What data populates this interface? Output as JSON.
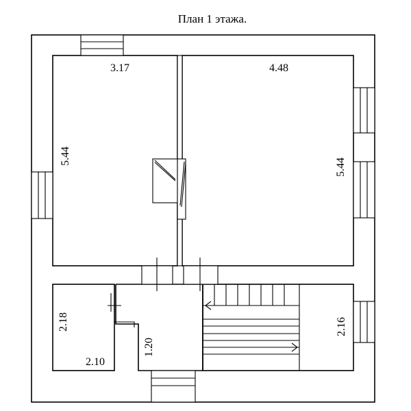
{
  "title": "План 1 этажа.",
  "rooms": {
    "left_room": {
      "width": "3.17",
      "length": "5.44"
    },
    "right_room": {
      "width": "4.48",
      "length": "5.44"
    },
    "small_room": {
      "height": "2.18",
      "width": "2.10"
    },
    "corridor": {
      "width": "1.20"
    },
    "stair_hall": {
      "height": "2.16"
    }
  }
}
